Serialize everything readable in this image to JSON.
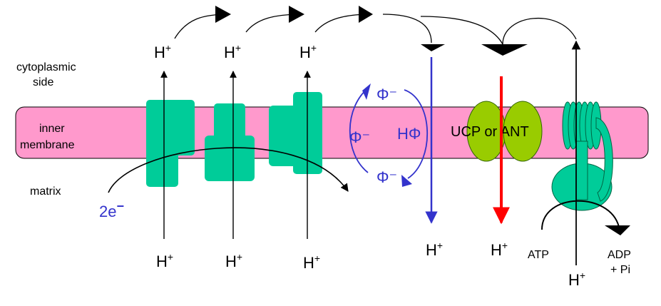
{
  "labels": {
    "cytoplasmic_line1": "cytoplasmic",
    "cytoplasmic_line2": "side",
    "inner_line1": "inner",
    "inner_line2": "membrane",
    "matrix": "matrix",
    "electrons": "2e",
    "electrons_charge": "−",
    "ucp_ant": "UCP or ANT",
    "atp": "ATP",
    "adp": "ADP",
    "pi": "+ Pi",
    "phi_minus_top": "Φ⁻",
    "phi_minus_left": "Φ⁻",
    "phi_minus_bottom": "Φ⁻",
    "hphi": "HΦ"
  },
  "protons": {
    "symbol": "H",
    "charge": "+"
  },
  "colors": {
    "membrane": "#ff99cc",
    "complex": "#00cc99",
    "ucp": "#99cc00",
    "blue": "#3333cc",
    "red": "#ff0000"
  }
}
